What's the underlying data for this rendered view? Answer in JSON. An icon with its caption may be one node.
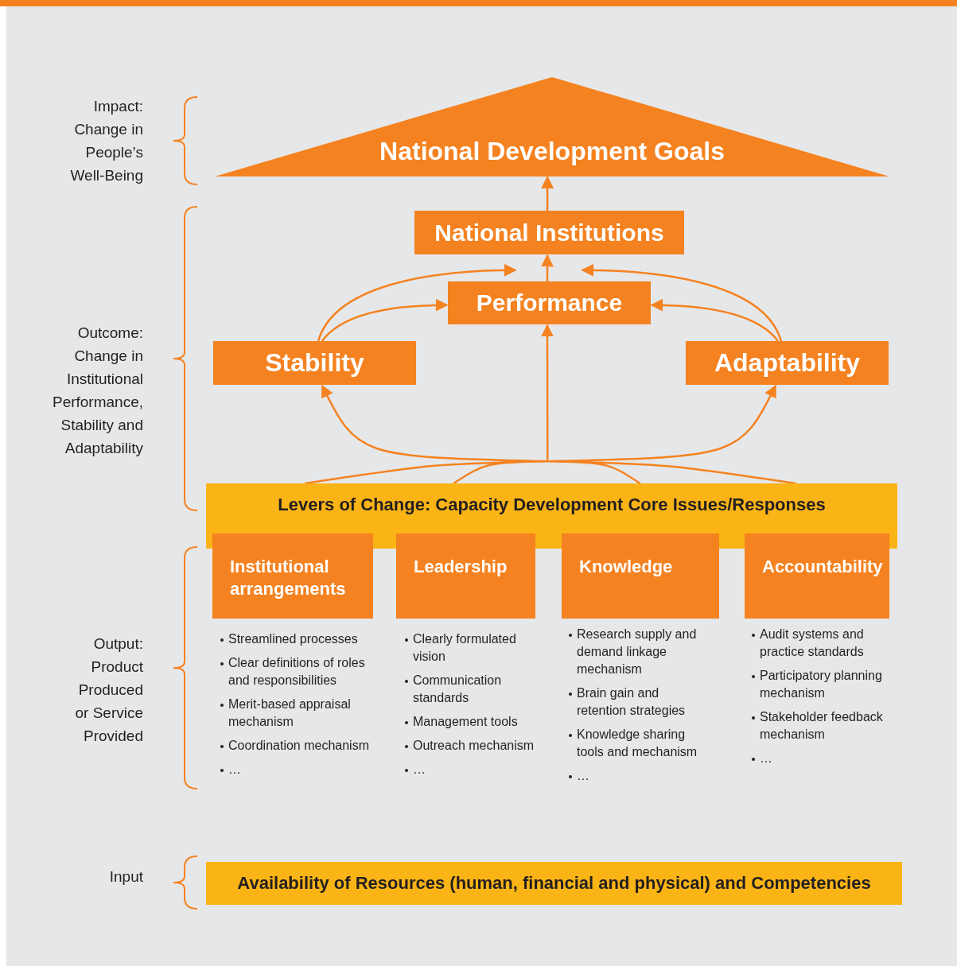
{
  "diagram": {
    "nodes": [
      {
        "text": [
          "National Development Goals"
        ]
      },
      {
        "text": [
          "National Institutions"
        ]
      },
      {
        "text": [
          "Performance"
        ]
      },
      {
        "text": [
          "Stability"
        ]
      },
      {
        "text": [
          "Adaptability"
        ]
      },
      {
        "text": [
          "Levers of Change: Capacity Development Core Issues/Responses"
        ]
      },
      {
        "text": [
          "Institutional arrangements"
        ],
        "beside": [
          "Streamlined processes",
          "Clear definitions of roles and responsibilities",
          "Merit-based appraisal mechanism",
          "Coordination mechanism",
          "…"
        ]
      },
      {
        "text": [
          "Leadership"
        ],
        "beside": [
          "Clearly formulated vision",
          "Communication standards",
          "Management tools",
          "Outreach mechanism",
          "…"
        ]
      },
      {
        "text": [
          "Knowledge"
        ],
        "beside": [
          "Research supply and demand linkage mechanism",
          "Brain gain and retention strategies",
          "Knowledge sharing tools and mechanism",
          "…"
        ]
      },
      {
        "text": [
          "Accountability"
        ],
        "beside": [
          "Audit systems and practice standards",
          "Participatory planning mechanism",
          "Stakeholder feedback mechanism",
          "…"
        ]
      },
      {
        "text": [
          "Availability of Resources (human, financial and physical) and Competencies"
        ]
      }
    ],
    "edges": [
      {
        "from": 1,
        "to": 0,
        "arrow": "to"
      },
      {
        "from": 2,
        "to": 1,
        "arrow": "to"
      },
      {
        "from": 3,
        "to": 2,
        "arrow": "to"
      },
      {
        "from": 3,
        "to": 1,
        "arrow": "to"
      },
      {
        "from": 4,
        "to": 2,
        "arrow": "to"
      },
      {
        "from": 4,
        "to": 1,
        "arrow": "to"
      },
      {
        "from": 5,
        "to": 3,
        "arrow": "to"
      },
      {
        "from": 5,
        "to": 2,
        "arrow": "to"
      },
      {
        "from": 5,
        "to": 4,
        "arrow": "to"
      }
    ],
    "labels": [
      "Impact: Change in People’s Well-Being",
      "Outcome: Change in Institutional Performance, Stability and Adaptability",
      "Output: Product Produced or Service Provided",
      "Input"
    ]
  }
}
